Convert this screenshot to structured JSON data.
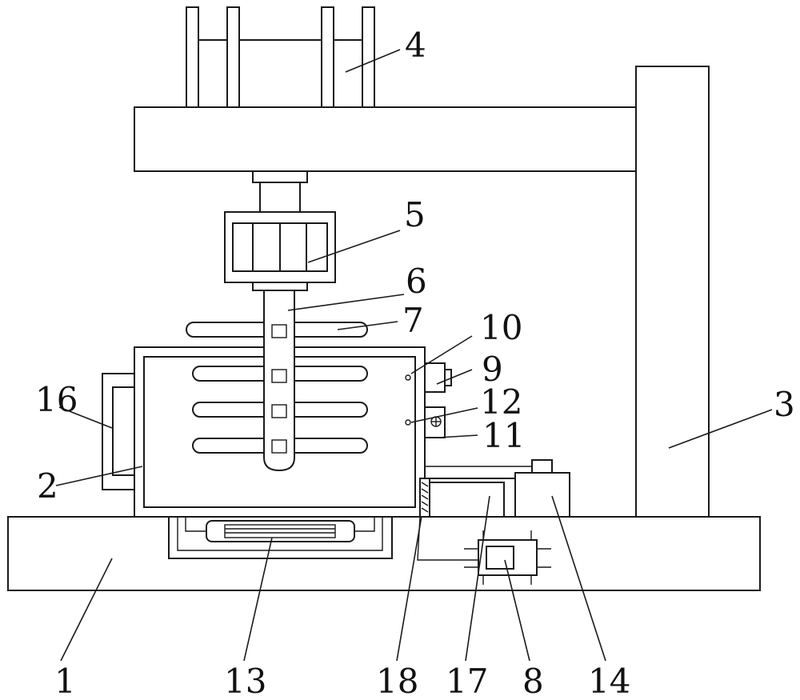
{
  "labels": {
    "l1": "1",
    "l2": "2",
    "l3": "3",
    "l4": "4",
    "l5": "5",
    "l6": "6",
    "l7": "7",
    "l8": "8",
    "l9": "9",
    "l10": "10",
    "l11": "11",
    "l12": "12",
    "l13": "13",
    "l14": "14",
    "l16": "16",
    "l17": "17",
    "l18": "18"
  }
}
